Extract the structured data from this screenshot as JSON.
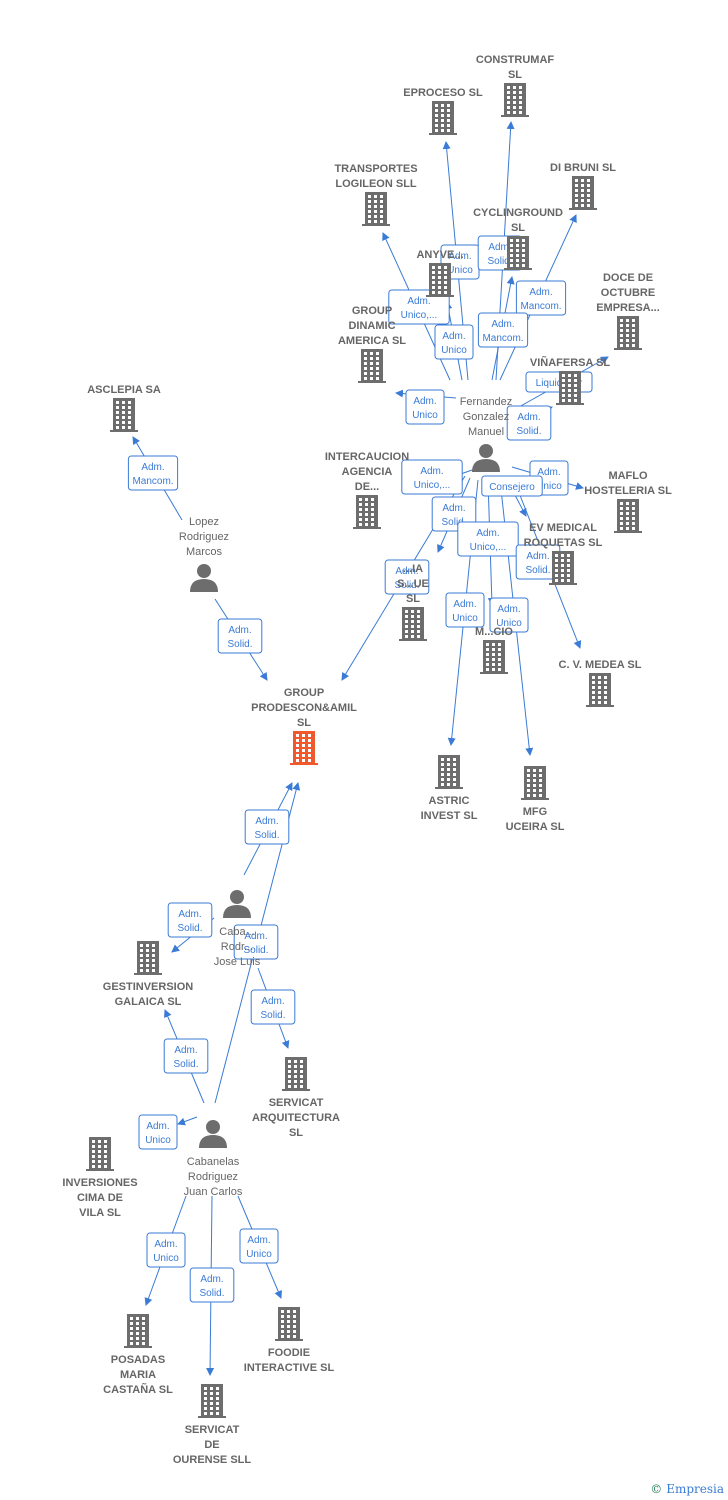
{
  "colors": {
    "node": "#6d6d6d",
    "focus": "#f0592b",
    "edge": "#3a7bd5",
    "label_bg": "#ffffff"
  },
  "footer": {
    "copyright": "©",
    "brand": "Empresia"
  },
  "nodes": [
    {
      "id": "construmaf",
      "type": "company",
      "label": [
        "CONSTRUMAF",
        "SL"
      ]
    },
    {
      "id": "eproceso",
      "type": "company",
      "label": [
        "EPROCESO SL"
      ]
    },
    {
      "id": "transportes",
      "type": "company",
      "label": [
        "TRANSPORTES",
        "LOGILEON SLL"
      ]
    },
    {
      "id": "dibruni",
      "type": "company",
      "label": [
        "DI BRUNI SL"
      ]
    },
    {
      "id": "cyclinground",
      "type": "company",
      "label": [
        "CYCLINGROUND",
        "SL"
      ]
    },
    {
      "id": "anyve",
      "type": "company",
      "label": [
        "ANYVE..."
      ]
    },
    {
      "id": "doce",
      "type": "company",
      "label": [
        "DOCE DE",
        "OCTUBRE",
        "EMPRESA..."
      ]
    },
    {
      "id": "groupdinamic",
      "type": "company",
      "label": [
        "GROUP",
        "DINAMIC",
        "AMERICA SL"
      ]
    },
    {
      "id": "vinafersa",
      "type": "company",
      "label": [
        "VIÑAFERSA SL"
      ]
    },
    {
      "id": "asclepia",
      "type": "company",
      "label": [
        "ASCLEPIA SA"
      ]
    },
    {
      "id": "fernandez",
      "type": "person",
      "label": [
        "Fernandez",
        "Gonzalez",
        "Manuel"
      ]
    },
    {
      "id": "intercaucion",
      "type": "company",
      "label": [
        "INTERCAUCION",
        "AGENCIA",
        "DE..."
      ]
    },
    {
      "id": "maflo",
      "type": "company",
      "label": [
        "MAFLO",
        "HOSTELERIA SL"
      ]
    },
    {
      "id": "lopez",
      "type": "person",
      "label": [
        "Lopez",
        "Rodriguez",
        "Marcos"
      ]
    },
    {
      "id": "evmedical",
      "type": "company",
      "label": [
        "EV MEDICAL",
        "ROQUETAS SL"
      ]
    },
    {
      "id": "sanitaria",
      "type": "company",
      "label": [
        "...IA",
        "S...UE",
        "SL"
      ]
    },
    {
      "id": "m_cio",
      "type": "company",
      "label": [
        "M...CIO"
      ]
    },
    {
      "id": "cvmedea",
      "type": "company",
      "label": [
        "C. V. MEDEA SL"
      ]
    },
    {
      "id": "group",
      "type": "focus",
      "label": [
        "GROUP",
        "PRODESCON&AMIL",
        "SL"
      ]
    },
    {
      "id": "astric",
      "type": "company",
      "label": [
        "ASTRIC",
        "INVEST SL"
      ]
    },
    {
      "id": "mfg",
      "type": "company",
      "label": [
        "MFG",
        "UCEIRA SL"
      ]
    },
    {
      "id": "cabjose",
      "type": "person",
      "label": [
        "Caba...",
        "Rodr...",
        "Jose Luis"
      ]
    },
    {
      "id": "gestinversion",
      "type": "company",
      "label": [
        "GESTINVERSION",
        "GALAICA SL"
      ]
    },
    {
      "id": "servicatarq",
      "type": "company",
      "label": [
        "SERVICAT",
        "ARQUITECTURA",
        "SL"
      ]
    },
    {
      "id": "cabjuan",
      "type": "person",
      "label": [
        "Cabanelas",
        "Rodriguez",
        "Juan Carlos"
      ]
    },
    {
      "id": "inversiones",
      "type": "company",
      "label": [
        "INVERSIONES",
        "CIMA DE",
        "VILA SL"
      ]
    },
    {
      "id": "posadas",
      "type": "company",
      "label": [
        "POSADAS",
        "MARIA",
        "CASTAÑA SL"
      ]
    },
    {
      "id": "foodie",
      "type": "company",
      "label": [
        "FOODIE",
        "INTERACTIVE SL"
      ]
    },
    {
      "id": "servicatourense",
      "type": "company",
      "label": [
        "SERVICAT",
        "DE",
        "OURENSE SLL"
      ]
    }
  ],
  "edges": [
    {
      "from": "fernandez",
      "to": "eproceso",
      "label": [
        "Adm.",
        "Unico"
      ]
    },
    {
      "from": "fernandez",
      "to": "construmaf",
      "label": [
        "Adm.",
        "Solid."
      ]
    },
    {
      "from": "fernandez",
      "to": "transportes",
      "label": [
        "Adm.",
        "Unico,..."
      ]
    },
    {
      "from": "fernandez",
      "to": "dibruni",
      "label": [
        "Adm.",
        "Mancom."
      ]
    },
    {
      "from": "fernandez",
      "to": "cyclinground",
      "label": [
        "Adm.",
        "Mancom."
      ]
    },
    {
      "from": "fernandez",
      "to": "anyve",
      "label": [
        "Adm.",
        "Unico"
      ]
    },
    {
      "from": "fernandez",
      "to": "doce",
      "label": [
        "Liquidador"
      ]
    },
    {
      "from": "fernandez",
      "to": "groupdinamic",
      "label": [
        "Adm.",
        "Unico"
      ]
    },
    {
      "from": "fernandez",
      "to": "vinafersa",
      "label": [
        "Adm.",
        "Solid."
      ]
    },
    {
      "from": "fernandez",
      "to": "maflo",
      "label": [
        "Adm.",
        "Unico"
      ]
    },
    {
      "from": "fernandez",
      "to": "evmedical",
      "label": [
        "Consejero"
      ]
    },
    {
      "from": "fernandez",
      "to": "intercaucion",
      "label": [
        "Adm.",
        "Unico,..."
      ]
    },
    {
      "from": "fernandez",
      "to": "sanitaria",
      "label": [
        "Adm.",
        "Solid."
      ]
    },
    {
      "from": "fernandez",
      "to": "m_cio",
      "label": [
        "Adm.",
        "Unico,..."
      ]
    },
    {
      "from": "fernandez",
      "to": "cvmedea",
      "label": [
        "Adm.",
        "Solid."
      ]
    },
    {
      "from": "fernandez",
      "to": "group",
      "label": [
        "Adm.",
        "Solid."
      ]
    },
    {
      "from": "fernandez",
      "to": "astric",
      "label": [
        "Adm.",
        "Unico"
      ]
    },
    {
      "from": "fernandez",
      "to": "mfg",
      "label": [
        "Adm.",
        "Unico"
      ]
    },
    {
      "from": "lopez",
      "to": "asclepia",
      "label": [
        "Adm.",
        "Mancom."
      ]
    },
    {
      "from": "lopez",
      "to": "group",
      "label": [
        "Adm.",
        "Solid."
      ]
    },
    {
      "from": "cabjose",
      "to": "group",
      "label": [
        "Adm.",
        "Solid."
      ]
    },
    {
      "from": "cabjose",
      "to": "gestinversion",
      "label": [
        "Adm.",
        "Solid."
      ]
    },
    {
      "from": "cabjose",
      "to": "servicatarq",
      "label": [
        "Adm.",
        "Solid."
      ]
    },
    {
      "from": "cabjuan",
      "to": "gestinversion",
      "label": [
        "Adm.",
        "Solid."
      ]
    },
    {
      "from": "cabjuan",
      "to": "group",
      "label": [
        "Adm.",
        "Solid."
      ]
    },
    {
      "from": "cabjuan",
      "to": "inversiones",
      "label": [
        "Adm.",
        "Unico"
      ]
    },
    {
      "from": "cabjuan",
      "to": "posadas",
      "label": [
        "Adm.",
        "Unico"
      ]
    },
    {
      "from": "cabjuan",
      "to": "servicatourense",
      "label": [
        "Adm.",
        "Solid."
      ]
    },
    {
      "from": "cabjuan",
      "to": "foodie",
      "label": [
        "Adm.",
        "Unico"
      ]
    }
  ]
}
